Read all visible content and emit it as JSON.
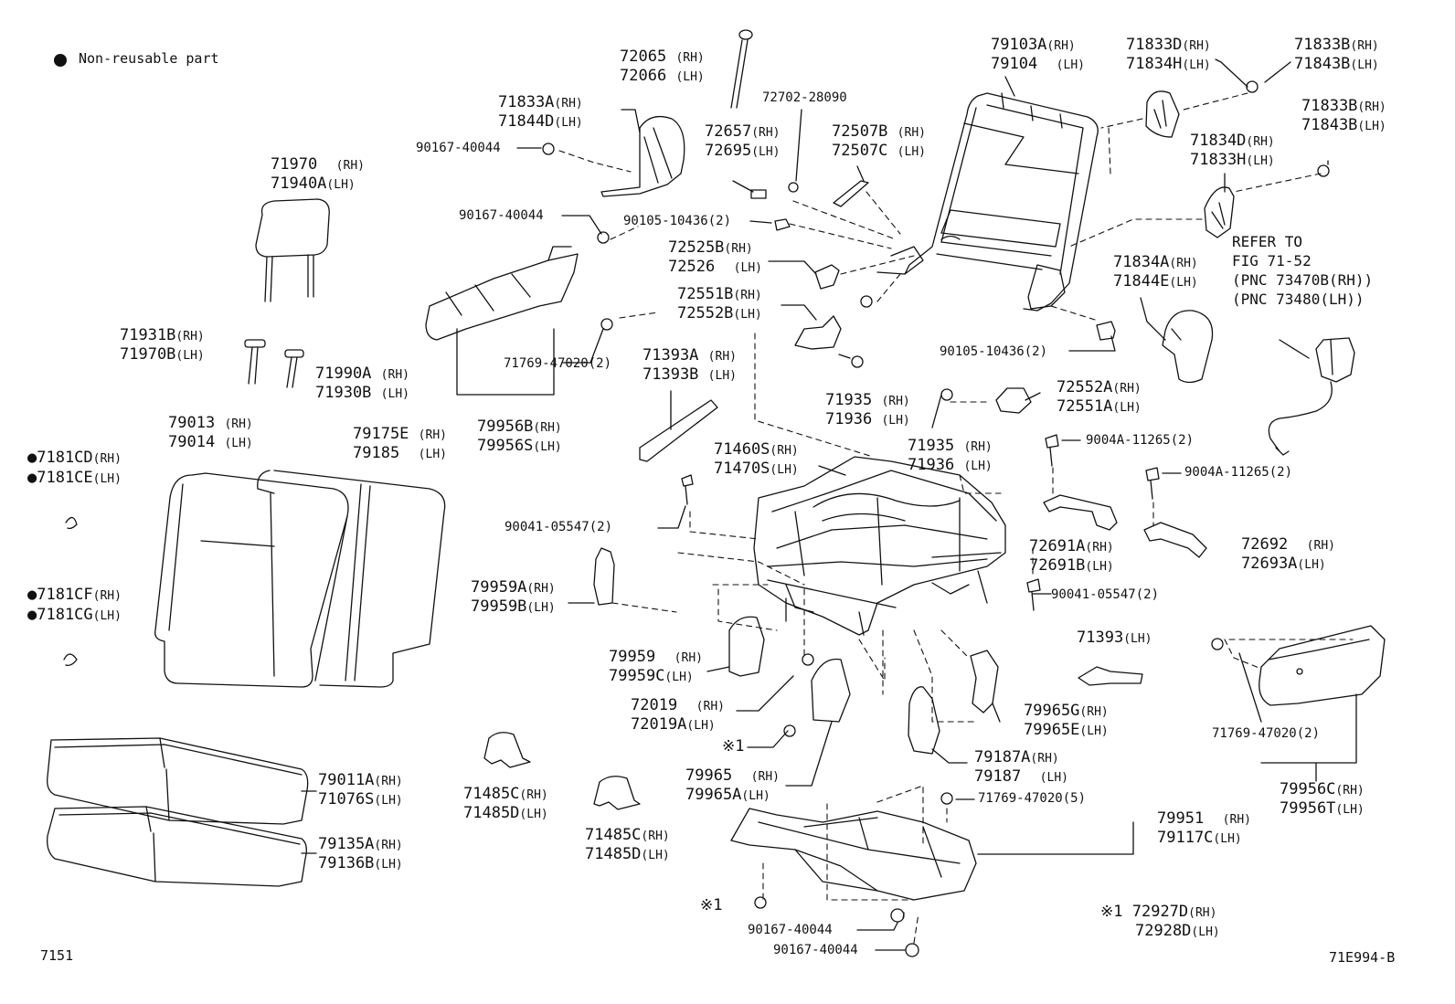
{
  "legend": {
    "bullet": "●",
    "text": "Non-reusable part"
  },
  "footer": {
    "left_id": "7151",
    "right_id": "71E994-B"
  },
  "labels": [
    {
      "l1": "72065",
      "s1": "(RH)",
      "l2": "72066",
      "s2": "(LH)"
    },
    {
      "l1": "72702-28090"
    },
    {
      "l1": "79103A",
      "s1": "(RH)",
      "l2": "79104",
      "s2": "(LH)"
    },
    {
      "l1": "71833D",
      "s1": "(RH)",
      "l2": "71834H",
      "s2": "(LH)"
    },
    {
      "l1": "71833B",
      "s1": "(RH)",
      "l2": "71843B",
      "s2": "(LH)"
    },
    {
      "l1": "71833A",
      "s1": "(RH)",
      "l2": "71844D",
      "s2": "(LH)"
    },
    {
      "l1": "90167-40044"
    },
    {
      "l1": "72657",
      "s1": "(RH)",
      "l2": "72695",
      "s2": "(LH)"
    },
    {
      "l1": "72507B",
      "s1": "(RH)",
      "l2": "72507C",
      "s2": "(LH)"
    },
    {
      "l1": "71833B",
      "s1": "(RH)",
      "l2": "71843B",
      "s2": "(LH)"
    },
    {
      "l1": "71970",
      "s1": "(RH)",
      "l2": "71940A",
      "s2": "(LH)"
    },
    {
      "l1": "71834D",
      "s1": "(RH)",
      "l2": "71833H",
      "s2": "(LH)"
    },
    {
      "l1": "90167-40044"
    },
    {
      "l1": "90105-10436(2)"
    },
    {
      "l1": "72525B",
      "s1": "(RH)",
      "l2": "72526",
      "s2": "(LH)"
    },
    {
      "l1": "REFER TO",
      "l2": "FIG 71-52",
      "l3": "(PNC 73470B(RH))",
      "l4": "(PNC 73480(LH))"
    },
    {
      "l1": "72551B",
      "s1": "(RH)",
      "l2": "72552B",
      "s2": "(LH)"
    },
    {
      "l1": "71834A",
      "s1": "(RH)",
      "l2": "71844E",
      "s2": "(LH)"
    },
    {
      "l1": "71931B",
      "s1": "(RH)",
      "l2": "71970B",
      "s2": "(LH)"
    },
    {
      "l1": "71769-47020(2)"
    },
    {
      "l1": "71393A",
      "s1": "(RH)",
      "l2": "71393B",
      "s2": "(LH)"
    },
    {
      "l1": "90105-10436(2)"
    },
    {
      "l1": "71990A",
      "s1": "(RH)",
      "l2": "71930B",
      "s2": "(LH)"
    },
    {
      "l1": "71935",
      "s1": "(RH)",
      "l2": "71936",
      "s2": "(LH)"
    },
    {
      "l1": "72552A",
      "s1": "(RH)",
      "l2": "72551A",
      "s2": "(LH)"
    },
    {
      "l1": "79013",
      "s1": "(RH)",
      "l2": "79014",
      "s2": "(LH)"
    },
    {
      "l1": "79175E",
      "s1": "(RH)",
      "l2": "79185",
      "s2": "(LH)"
    },
    {
      "l1": "79956B",
      "s1": "(RH)",
      "l2": "79956S",
      "s2": "(LH)"
    },
    {
      "l1": "9004A-11265(2)"
    },
    {
      "l1": "●7181CD",
      "s1": "(RH)",
      "l2": "●7181CE",
      "s2": "(LH)"
    },
    {
      "l1": "71460S",
      "s1": "(RH)",
      "l2": "71470S",
      "s2": "(LH)"
    },
    {
      "l1": "71935",
      "s1": "(RH)",
      "l2": "71936",
      "s2": "(LH)"
    },
    {
      "l1": "9004A-11265(2)"
    },
    {
      "l1": "90041-05547(2)"
    },
    {
      "l1": "72691A",
      "s1": "(RH)",
      "l2": "72691B",
      "s2": "(LH)"
    },
    {
      "l1": "72692",
      "s1": "(RH)",
      "l2": "72693A",
      "s2": "(LH)"
    },
    {
      "l1": "79959A",
      "s1": "(RH)",
      "l2": "79959B",
      "s2": "(LH)"
    },
    {
      "l1": "90041-05547(2)"
    },
    {
      "l1": "●7181CF",
      "s1": "(RH)",
      "l2": "●7181CG",
      "s2": "(LH)"
    },
    {
      "l1": "71393",
      "s1": "(LH)"
    },
    {
      "l1": "79959",
      "s1": "(RH)",
      "l2": "79959C",
      "s2": "(LH)"
    },
    {
      "l1": "72019",
      "s1": "(RH)",
      "l2": "72019A",
      "s2": "(LH)"
    },
    {
      "l1": "79965G",
      "s1": "(RH)",
      "l2": "79965E",
      "s2": "(LH)"
    },
    {
      "l1": "71769-47020(2)"
    },
    {
      "l1": "※1"
    },
    {
      "l1": "79187A",
      "s1": "(RH)",
      "l2": "79187",
      "s2": "(LH)"
    },
    {
      "l1": "79965",
      "s1": "(RH)",
      "l2": "79965A",
      "s2": "(LH)"
    },
    {
      "l1": "79956C",
      "s1": "(RH)",
      "l2": "79956T",
      "s2": "(LH)"
    },
    {
      "l1": "79011A",
      "s1": "(RH)",
      "l2": "71076S",
      "s2": "(LH)"
    },
    {
      "l1": "71485C",
      "s1": "(RH)",
      "l2": "71485D",
      "s2": "(LH)"
    },
    {
      "l1": "71769-47020(5)"
    },
    {
      "l1": "71485C",
      "s1": "(RH)",
      "l2": "71485D",
      "s2": "(LH)"
    },
    {
      "l1": "79951",
      "s1": "(RH)",
      "l2": "79117C",
      "s2": "(LH)"
    },
    {
      "l1": "79135A",
      "s1": "(RH)",
      "l2": "79136B",
      "s2": "(LH)"
    },
    {
      "l1": "※1"
    },
    {
      "l1": "※1",
      "s1": "72927D",
      "l2": "72928D",
      "s2": "(RH)",
      "l3": "(LH)"
    },
    {
      "l1": "90167-40044"
    },
    {
      "l1": "90167-40044"
    }
  ]
}
